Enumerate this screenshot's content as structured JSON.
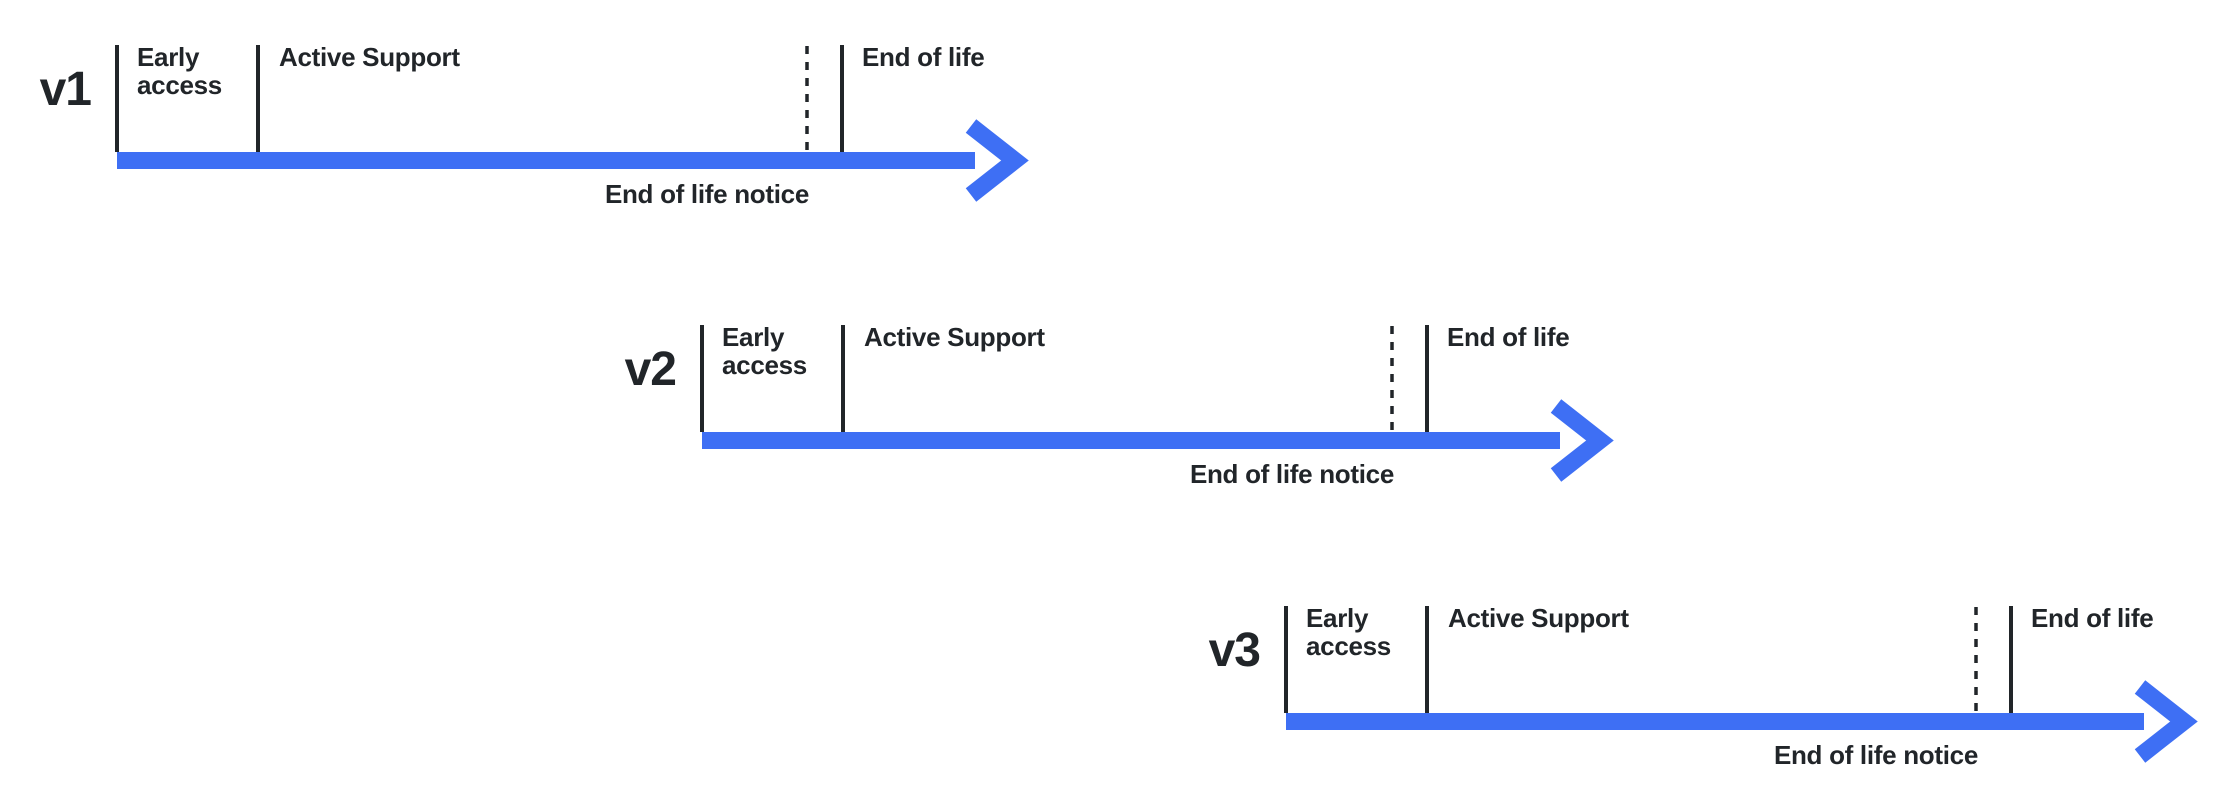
{
  "canvas": {
    "background": "#ffffff"
  },
  "colors": {
    "accent_blue": "#3e6ff4",
    "ink": "#212529"
  },
  "timelines": [
    {
      "version": "v1",
      "phases": {
        "early_access": "Early access",
        "active_support": "Active Support",
        "end_of_life": "End of life"
      },
      "notice": "End of life notice"
    },
    {
      "version": "v2",
      "phases": {
        "early_access": "Early access",
        "active_support": "Active Support",
        "end_of_life": "End of life"
      },
      "notice": "End of life notice"
    },
    {
      "version": "v3",
      "phases": {
        "early_access": "Early access",
        "active_support": "Active Support",
        "end_of_life": "End of life"
      },
      "notice": "End of life notice"
    }
  ]
}
